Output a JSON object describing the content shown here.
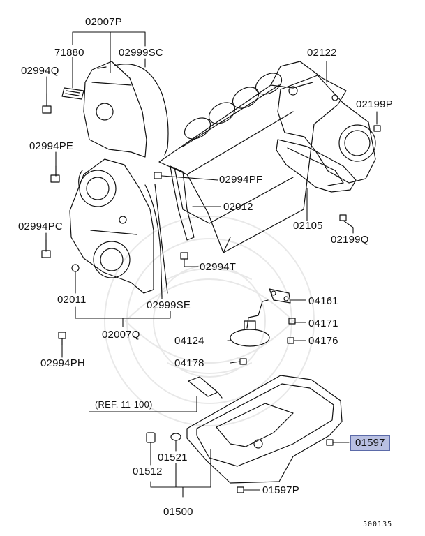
{
  "diagram": {
    "labels": {
      "p02007P": "02007P",
      "p71880": "71880",
      "p02999SC": "02999SC",
      "p02994Q": "02994Q",
      "p02122": "02122",
      "p02199P": "02199P",
      "p02994PE": "02994PE",
      "p02994PF": "02994PF",
      "p02012": "02012",
      "p02105": "02105",
      "p02994PC": "02994PC",
      "p02199Q": "02199Q",
      "p02994T": "02994T",
      "p02011": "02011",
      "p02999SE": "02999SE",
      "p04161": "04161",
      "p04171": "04171",
      "p02007Q": "02007Q",
      "p04124": "04124",
      "p04176": "04176",
      "p02994PH": "02994PH",
      "p04178": "04178",
      "ref": "(REF. 11-100)",
      "p01597": "01597",
      "p01521": "01521",
      "p01512": "01512",
      "p01597P": "01597P",
      "p01500": "01500",
      "code": "500135"
    },
    "highlight_color": "#b9c0e2"
  }
}
